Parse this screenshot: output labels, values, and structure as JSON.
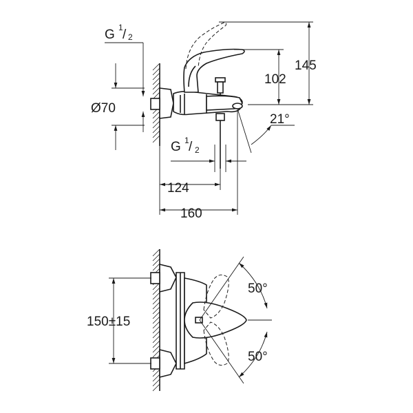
{
  "top_view": {
    "thread_left": {
      "prefix": "G",
      "num": "1",
      "den": "2"
    },
    "diameter": "Ø70",
    "height_102": "102",
    "height_145": "145",
    "angle_spout": "21°",
    "thread_bottom": {
      "prefix": "G",
      "num": "1",
      "den": "2"
    },
    "length_124": "124",
    "length_160": "160"
  },
  "front_view": {
    "center_distance": "150±15",
    "angle_upper": "50°",
    "angle_lower": "50°"
  }
}
